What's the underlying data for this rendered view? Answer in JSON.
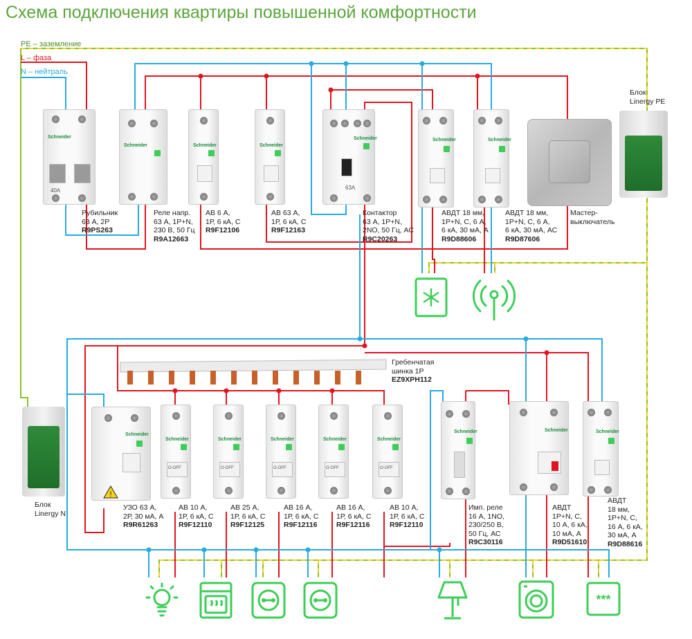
{
  "title": "Схема подключения квартиры повышенной комфортности",
  "legend": {
    "pe": "PE – заземление",
    "l": "L – фаза",
    "n": "N – нейтраль"
  },
  "colors": {
    "title": "#5aa63a",
    "phase": "#e0141e",
    "neutral": "#27a9e1",
    "earth_green": "#8cbf26",
    "earth_yellow": "#f5d21c",
    "accent": "#3dcd58"
  },
  "devices": [
    {
      "id": "rubilnik",
      "lines": [
        "Рубильник",
        "63 А, 2Р"
      ],
      "code": "R9PS263"
    },
    {
      "id": "rele-napr",
      "lines": [
        "Реле напр.",
        "63 А, 1Р+N,",
        "230 В, 50 Гц"
      ],
      "code": "R9A12663"
    },
    {
      "id": "av6",
      "lines": [
        "АВ 6 А,",
        "1Р, 6 кА, С"
      ],
      "code": "R9F12106"
    },
    {
      "id": "av63",
      "lines": [
        "АВ 63 А,",
        "1Р, 6 кА, С"
      ],
      "code": "R9F12163"
    },
    {
      "id": "kontaktor",
      "lines": [
        "Контактор",
        "63 А, 1Р+N,",
        "2NO, 50 Гц, АС"
      ],
      "code": "R9C20263"
    },
    {
      "id": "avdt1",
      "lines": [
        "АВДТ 18 мм,",
        "1Р+N, С, 6 А,",
        "6 кА, 30 мА, А"
      ],
      "code": "R9D88606"
    },
    {
      "id": "avdt2",
      "lines": [
        "АВДТ 18 мм,",
        "1Р+N, С, 6 А,",
        "6 кА, 30 мА, АС"
      ],
      "code": "R9D87606"
    },
    {
      "id": "master",
      "lines": [
        "Мастер-",
        "выключатель"
      ],
      "code": ""
    },
    {
      "id": "uzo",
      "lines": [
        "УЗО 63 А,",
        "2Р, 30 мА, А"
      ],
      "code": "R9R61263"
    },
    {
      "id": "av10a",
      "lines": [
        "АВ 10 А,",
        "1Р, 6 кА, С"
      ],
      "code": "R9F12110"
    },
    {
      "id": "av25",
      "lines": [
        "АВ 25 А,",
        "1Р, 6 кА, С"
      ],
      "code": "R9F12125"
    },
    {
      "id": "av16a",
      "lines": [
        "АВ 16 А,",
        "1Р, 6 кА, С"
      ],
      "code": "R9F12116"
    },
    {
      "id": "av16b",
      "lines": [
        "АВ 16 А,",
        "1Р, 6 кА, С"
      ],
      "code": "R9F12116"
    },
    {
      "id": "av10b",
      "lines": [
        "АВ 10 А,",
        "1Р, 6 кА, С"
      ],
      "code": "R9F12110"
    },
    {
      "id": "imp-rele",
      "lines": [
        "Имп. реле",
        "16 А, 1NO,",
        "230/250 В,",
        "50 Гц, АС"
      ],
      "code": "R9C30116"
    },
    {
      "id": "avdt3",
      "lines": [
        "АВДТ",
        "1Р+N, С,",
        "10 А, 6 кА,",
        "10 мА, А"
      ],
      "code": "R9D51610"
    },
    {
      "id": "avdt4",
      "lines": [
        "АВДТ",
        "18 мм,",
        "1Р+N, С,",
        "16 А, 6 кА,",
        "30 мА, А"
      ],
      "code": "R9D88616"
    }
  ],
  "linergy_pe": {
    "lines": [
      "Блок",
      "Linergy PE"
    ]
  },
  "linergy_n": {
    "lines": [
      "Блок",
      "Linergy N"
    ]
  },
  "busbar": {
    "lines": [
      "Гребенчатая",
      "шинка 1Р"
    ],
    "code": "EZ9XPH112"
  },
  "device_marks": {
    "rubilnik_rating": "40A",
    "kontaktor_rating": "63A",
    "off_text": "O-OFF",
    "brand": "Schneider"
  },
  "icons": [
    "snowflake-icon",
    "antenna-icon",
    "lamp-bulb-icon",
    "oven-icon",
    "socket-icon",
    "socket-icon",
    "floor-lamp-icon",
    "washing-machine-icon",
    "cooktop-icon"
  ]
}
